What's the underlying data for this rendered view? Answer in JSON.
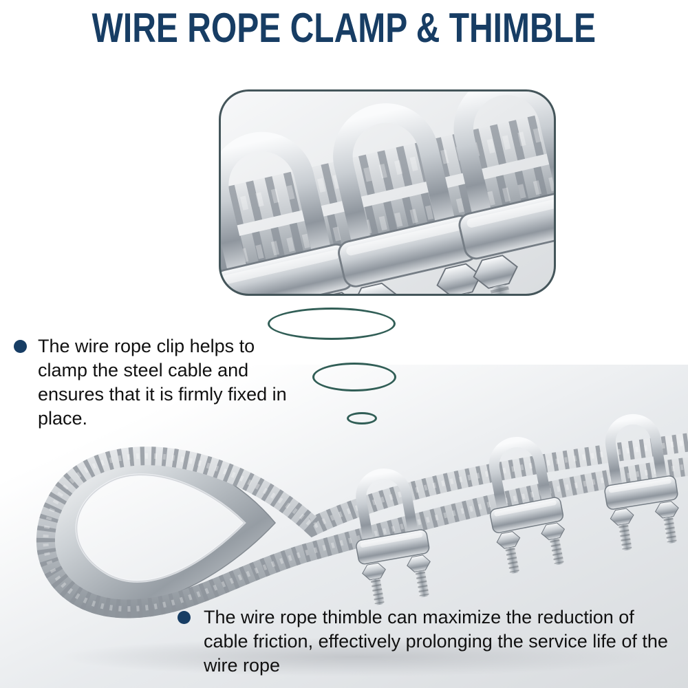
{
  "title": "WIRE ROPE CLAMP & THIMBLE",
  "bullets": {
    "clip": "The wire rope clip helps to clamp the steel cable and ensures that it is firmly fixed in place.",
    "thimble": "The wire rope thimble can maximize the reduction of cable friction, effectively prolonging the service life of the wire rope"
  },
  "colors": {
    "title": "#173d64",
    "bullet_marker": "#173d64",
    "ellipse_stroke": "#315e56",
    "inset_border": "#44555a",
    "body_text": "#111111"
  }
}
